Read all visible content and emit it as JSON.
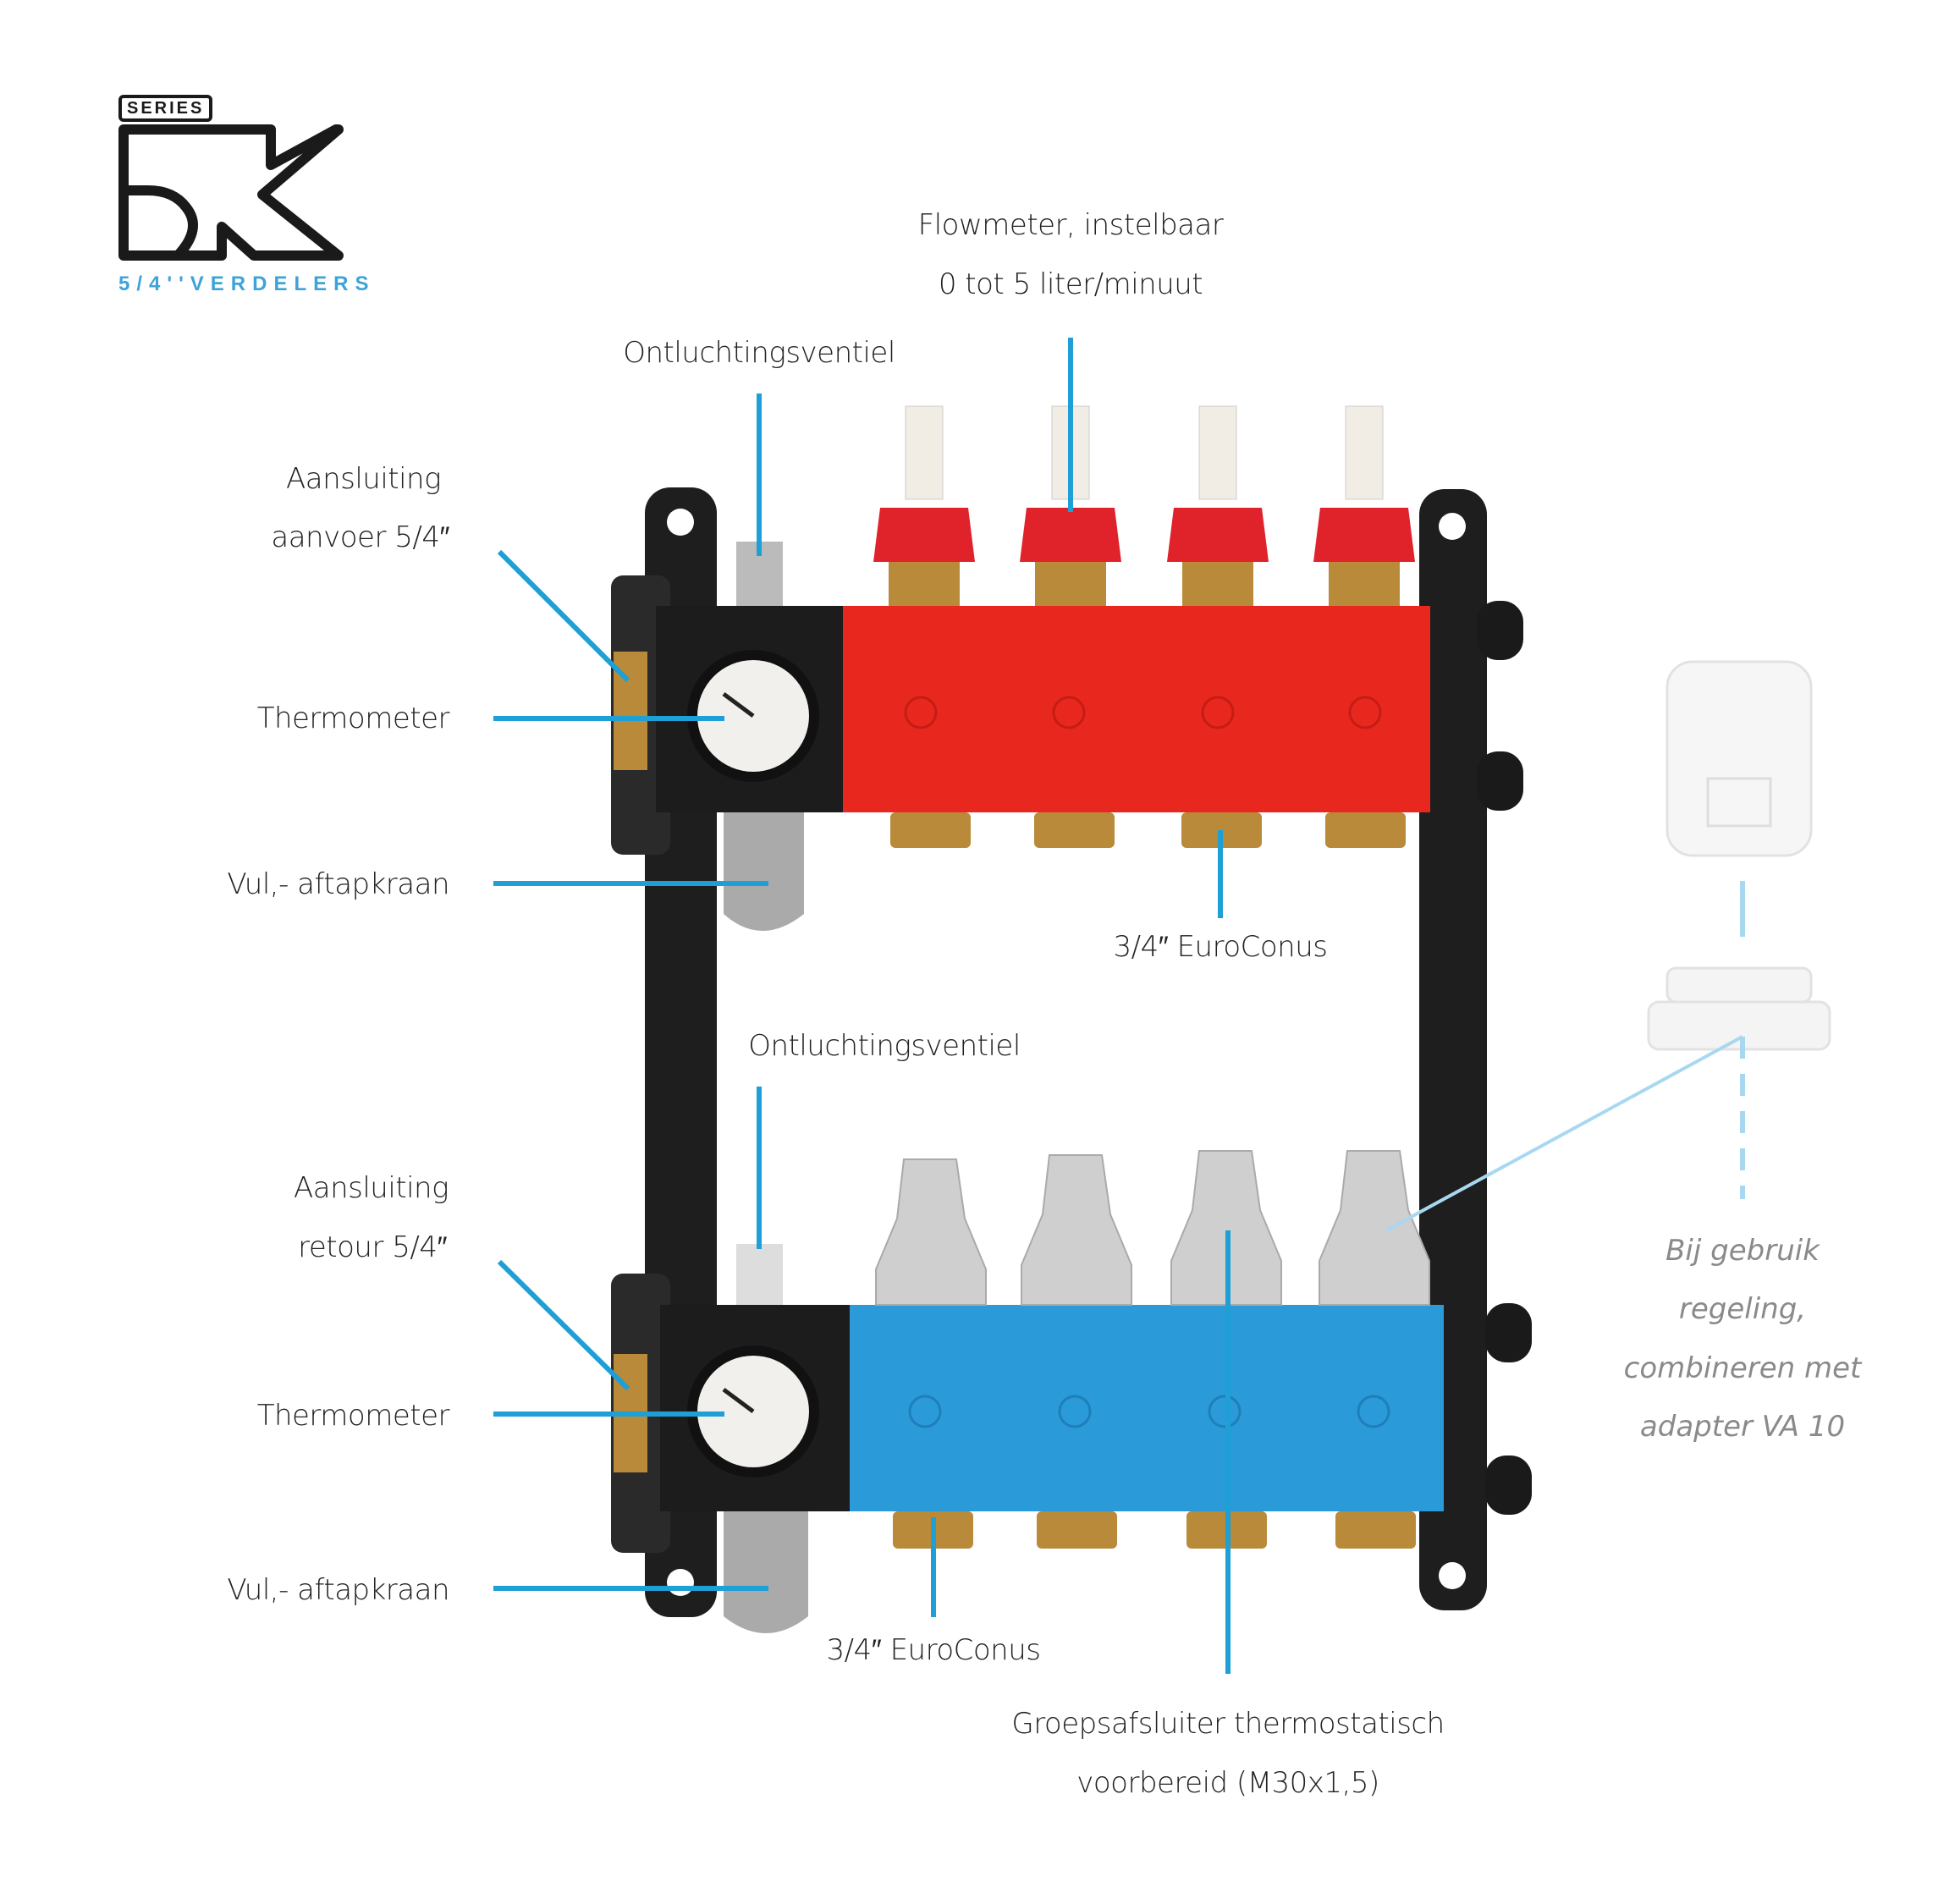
{
  "logo": {
    "series": "SERIES",
    "mark": "5K",
    "subtitle": "5/4''VERDELERS"
  },
  "labels": {
    "flowmeter_1": "Flowmeter, instelbaar",
    "flowmeter_2": "0 tot 5 liter/minuut",
    "vent_top": "Ontluchtingsventiel",
    "supply_1": "Aansluiting",
    "supply_2": "aanvoer 5/4″",
    "thermo_top": "Thermometer",
    "tap_top": "Vul,- aftapkraan",
    "euroconus_top": "3/4″ EuroConus",
    "vent_bottom": "Ontluchtingsventiel",
    "return_1": "Aansluiting",
    "return_2": "retour 5/4″",
    "thermo_bottom": "Thermometer",
    "tap_bottom": "Vul,- aftapkraan",
    "euroconus_bottom": "3/4″ EuroConus",
    "valve_1": "Groepsafsluiter thermostatisch",
    "valve_2": "voorbereid (M30x1,5)"
  },
  "note": [
    "Bij gebruik",
    "regeling,",
    "combineren met",
    "adapter VA 10"
  ],
  "colors": {
    "accent": "#1e9fd6",
    "supply": "#e8281e",
    "return": "#2a9ad8",
    "frame": "#1c1c1c",
    "brass": "#b88a3a"
  }
}
